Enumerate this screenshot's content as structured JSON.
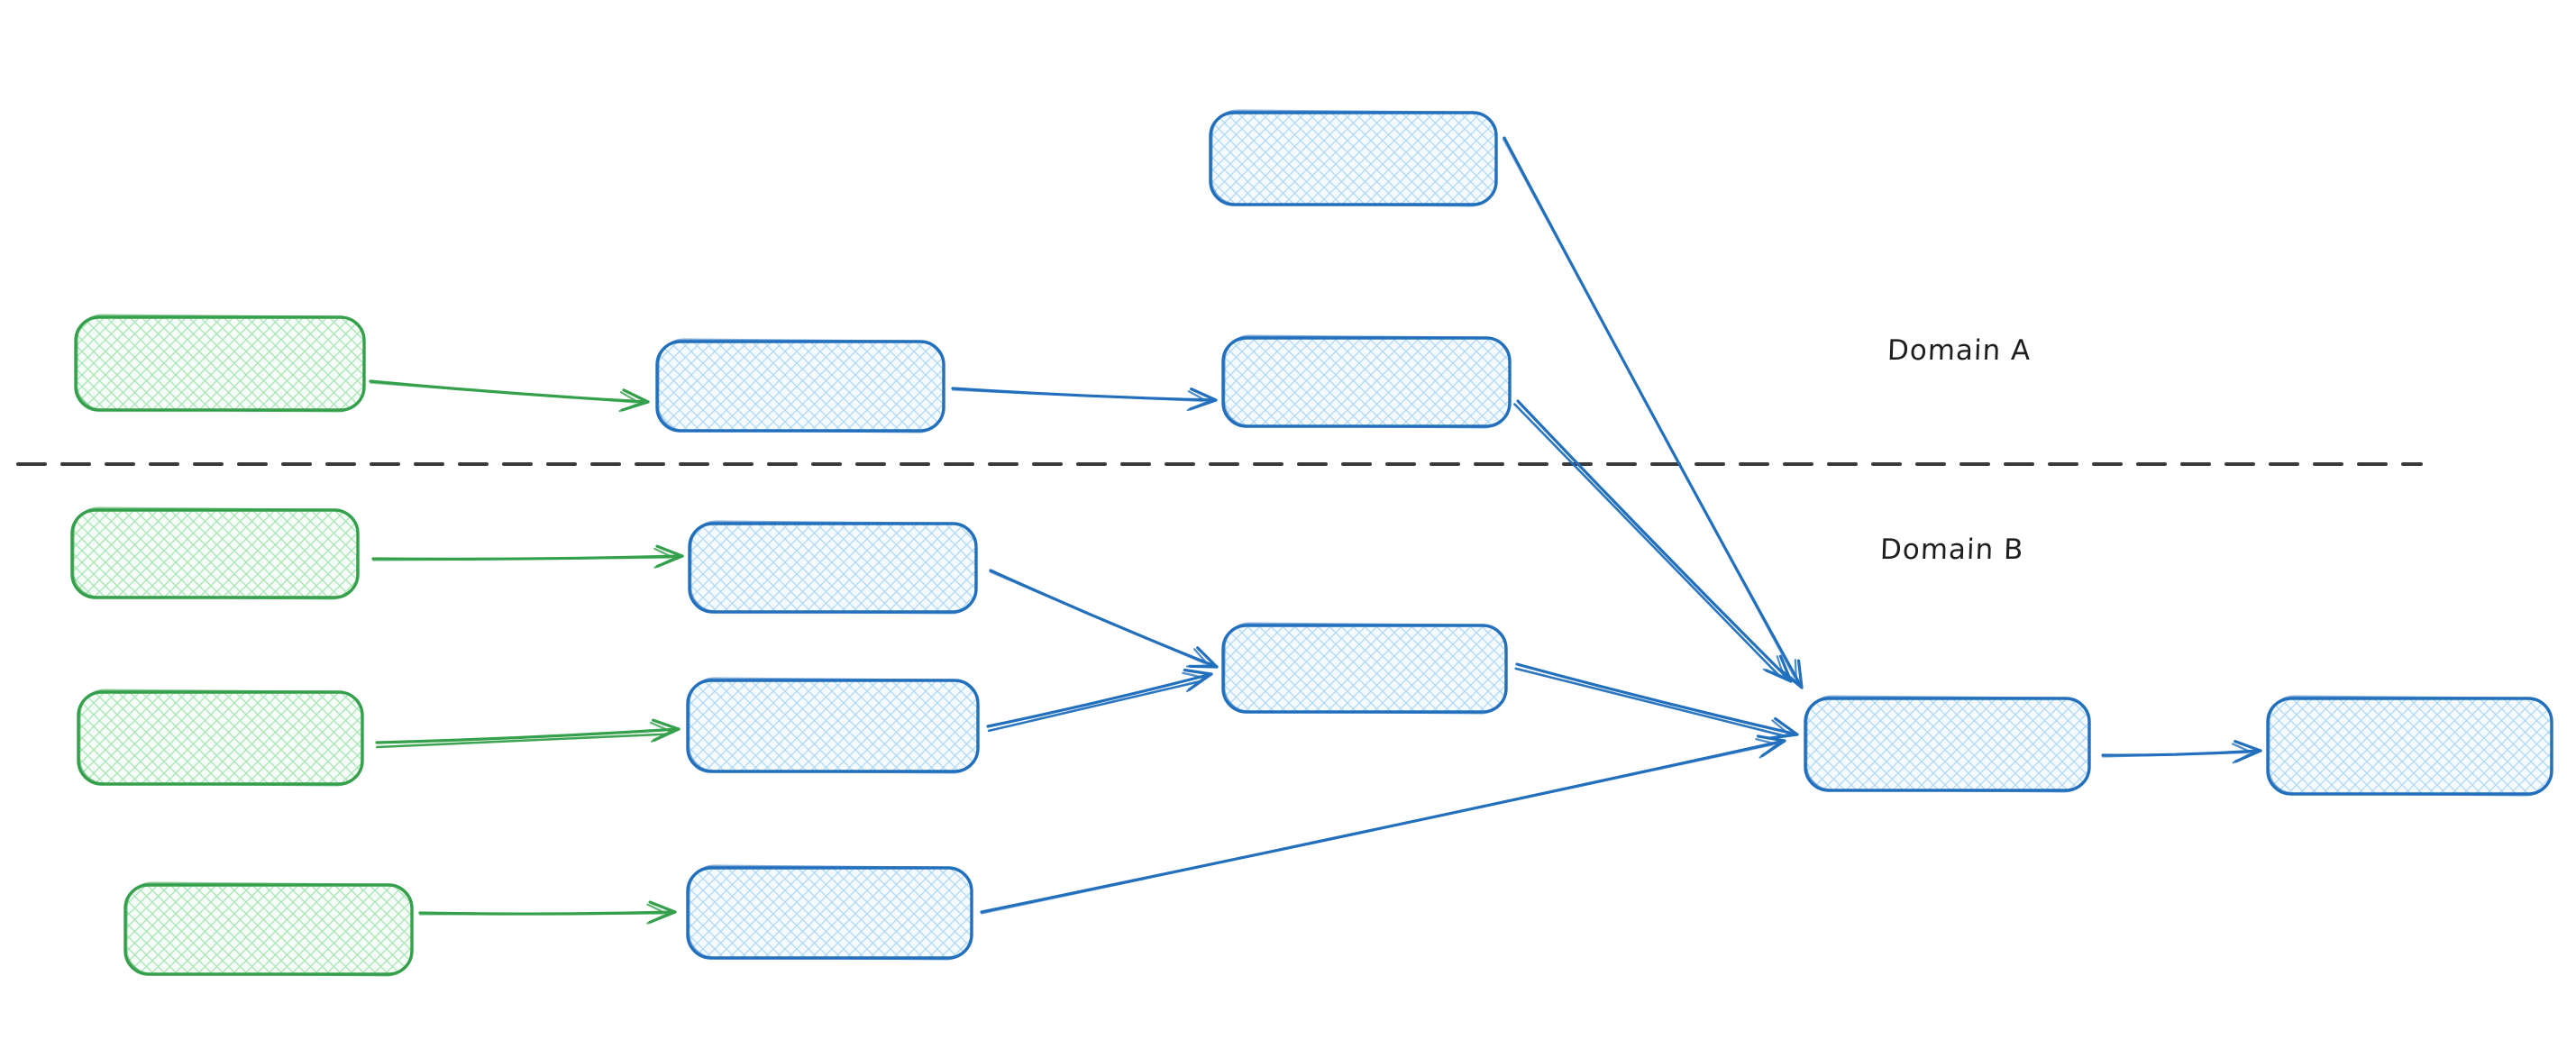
{
  "diagram": {
    "style": "hand-drawn-whiteboard",
    "node_fill_style": "cross-hatch",
    "background": "#ffffff"
  },
  "palette": {
    "green_stroke": "#35a04c",
    "green_hatch": "#a3e5b1",
    "green_tint": "#f6fcf7",
    "blue_stroke": "#2270bd",
    "blue_hatch": "#aed7f6",
    "blue_tint": "#f5faff",
    "divider_color": "#3a3a3a",
    "label_color": "#1e1e1e"
  },
  "labels": {
    "domain_a": "Domain A",
    "domain_b": "Domain B"
  },
  "regions": [
    {
      "id": "domain-a",
      "label": "Domain A",
      "position": "above dashed divider"
    },
    {
      "id": "domain-b",
      "label": "Domain B",
      "position": "below dashed divider"
    }
  ],
  "divider": {
    "style": "dashed",
    "orientation": "horizontal"
  },
  "nodes": [
    {
      "id": "a-top",
      "color": "blue",
      "region": "domain-a",
      "text": ""
    },
    {
      "id": "a-source",
      "color": "green",
      "region": "domain-a",
      "text": ""
    },
    {
      "id": "a-step-1",
      "color": "blue",
      "region": "domain-a",
      "text": ""
    },
    {
      "id": "a-step-2",
      "color": "blue",
      "region": "domain-a",
      "text": ""
    },
    {
      "id": "b-source-1",
      "color": "green",
      "region": "domain-b",
      "text": ""
    },
    {
      "id": "b-step-1",
      "color": "blue",
      "region": "domain-b",
      "text": ""
    },
    {
      "id": "b-source-2",
      "color": "green",
      "region": "domain-b",
      "text": ""
    },
    {
      "id": "b-step-2",
      "color": "blue",
      "region": "domain-b",
      "text": ""
    },
    {
      "id": "b-merge",
      "color": "blue",
      "region": "domain-b",
      "text": ""
    },
    {
      "id": "b-source-3",
      "color": "green",
      "region": "domain-b",
      "text": ""
    },
    {
      "id": "b-step-3",
      "color": "blue",
      "region": "domain-b",
      "text": ""
    },
    {
      "id": "main-merge",
      "color": "blue",
      "region": "domain-b",
      "text": ""
    },
    {
      "id": "output",
      "color": "blue",
      "region": "domain-b",
      "text": ""
    }
  ],
  "edges": [
    {
      "from": "a-source",
      "to": "a-step-1",
      "color": "green",
      "double": false
    },
    {
      "from": "a-step-1",
      "to": "a-step-2",
      "color": "blue",
      "double": false
    },
    {
      "from": "a-top",
      "to": "main-merge",
      "color": "blue",
      "double": false
    },
    {
      "from": "a-step-2",
      "to": "main-merge",
      "color": "blue",
      "double": true
    },
    {
      "from": "b-source-1",
      "to": "b-step-1",
      "color": "green",
      "double": false
    },
    {
      "from": "b-source-2",
      "to": "b-step-2",
      "color": "green",
      "double": true
    },
    {
      "from": "b-source-3",
      "to": "b-step-3",
      "color": "green",
      "double": false
    },
    {
      "from": "b-step-1",
      "to": "b-merge",
      "color": "blue",
      "double": false
    },
    {
      "from": "b-step-2",
      "to": "b-merge",
      "color": "blue",
      "double": true
    },
    {
      "from": "b-merge",
      "to": "main-merge",
      "color": "blue",
      "double": true
    },
    {
      "from": "b-step-3",
      "to": "main-merge",
      "color": "blue",
      "double": false
    },
    {
      "from": "main-merge",
      "to": "output",
      "color": "blue",
      "double": false
    }
  ]
}
